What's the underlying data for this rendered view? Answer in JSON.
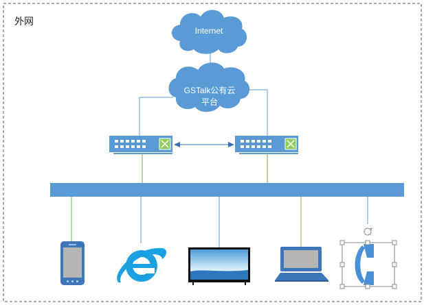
{
  "zone": {
    "label": "外网"
  },
  "clouds": {
    "internet": {
      "label": "Internet"
    },
    "gstalk": {
      "line1": "GSTalk公有云",
      "line2": "平台"
    }
  },
  "colors": {
    "cloud": "#5b9bd5",
    "cloud_text": "#ffffff",
    "switch": "#5b9bd5",
    "bus": "#5b9bd5",
    "link_green": "#70ad47",
    "link_blue": "#5b9bd5",
    "border": "#555555",
    "ie_icon": "#1ba1e2",
    "phone_icon": "#4a90d9"
  },
  "icons": {
    "switch_left": "network-switch-icon",
    "switch_right": "network-switch-icon",
    "smartphone": "smartphone-icon",
    "browser": "internet-explorer-icon",
    "tv": "television-icon",
    "laptop": "laptop-icon",
    "phone": "telephone-icon"
  }
}
